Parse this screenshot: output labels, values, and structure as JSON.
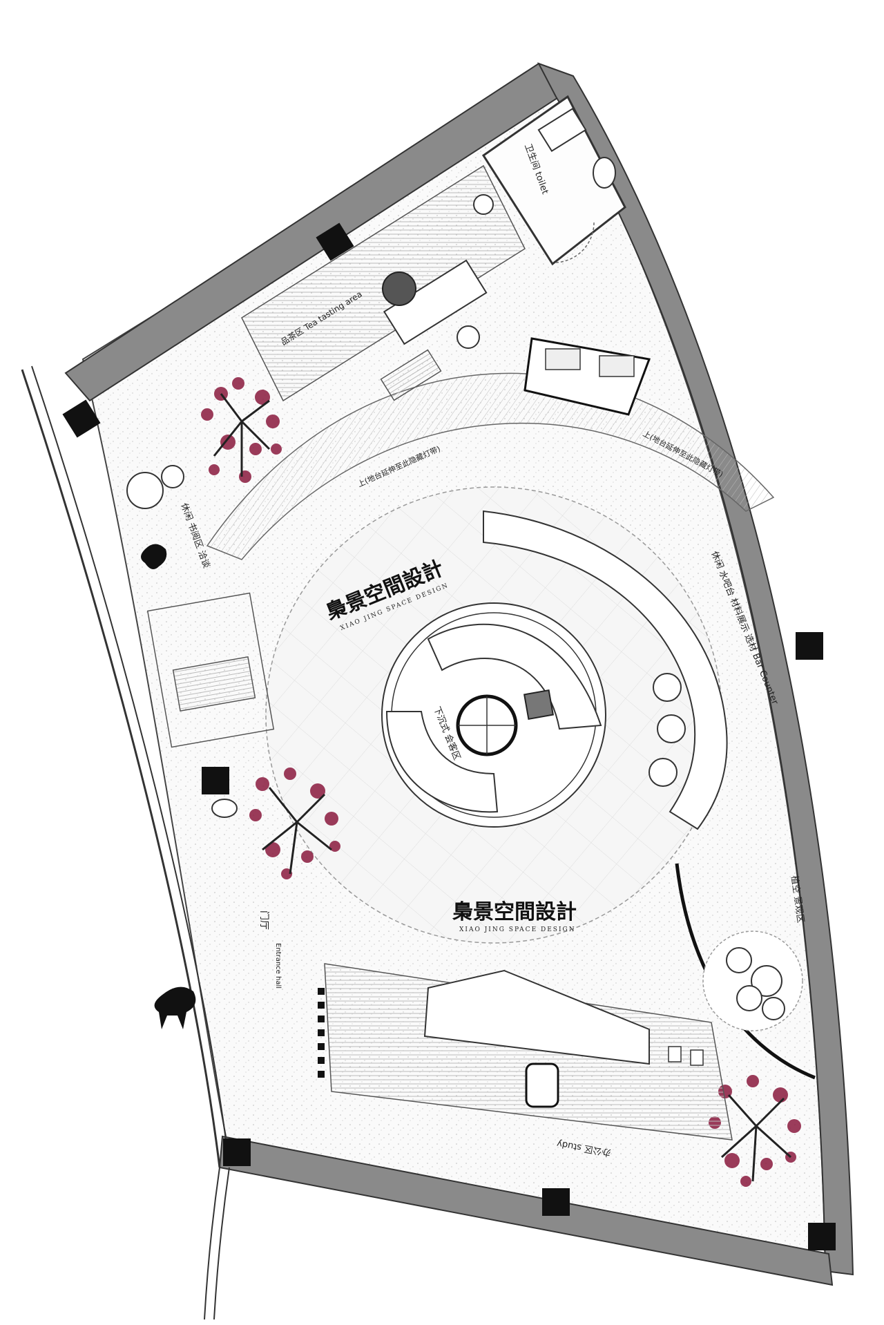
{
  "brand": {
    "name": "梟景空間設計",
    "subtitle": "XIAO JING SPACE DESIGN"
  },
  "zones": {
    "toilet": "卫生间 toilet",
    "tea_tasting": "品茶区 Tea tasting area",
    "ramp_left": "上(地台延伸至此隐藏灯带)",
    "ramp_right": "上(地台延伸至此隐藏灯带)",
    "leisure_reading": "休闲 书阅区 洽谈",
    "bar_counter": "休闲 水吧台 材料展示 选材 Bar Counter",
    "sunken_meeting": "下沉式 会客区",
    "entrance": "门厅",
    "entrance_en": "Entrance hall",
    "landscape": "植空 景观区",
    "study": "办公区 study"
  },
  "colors": {
    "wall": "#8a8a8a",
    "column": "#111111",
    "tree_blossom": "#8a1a3e",
    "line": "#333333"
  }
}
